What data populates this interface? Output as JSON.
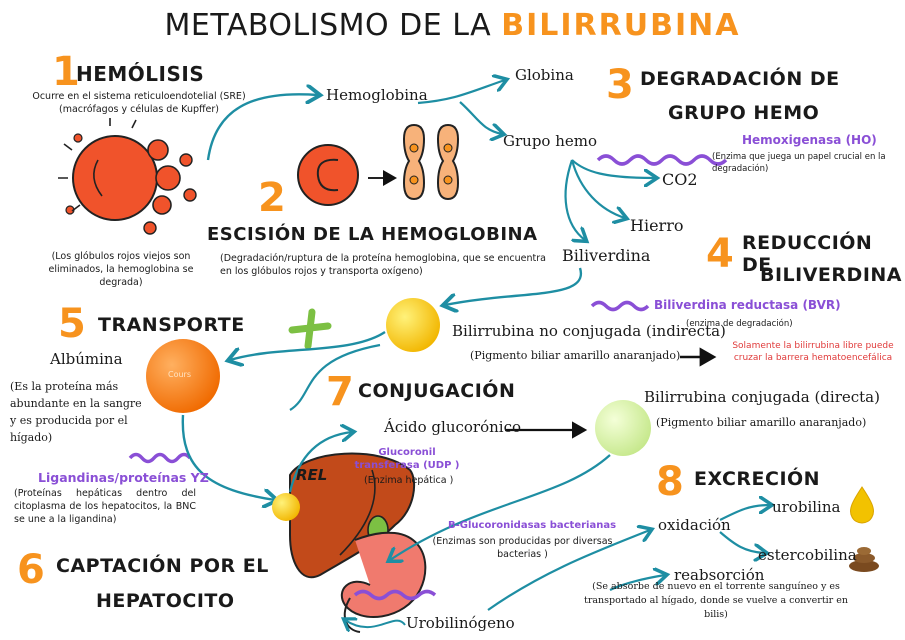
{
  "title": {
    "prefix": "METABOLISMO DE LA",
    "highlight": "BILIRRUBINA"
  },
  "colors": {
    "accent": "#f7931e",
    "arrow": "#1e8ea3",
    "enzyme": "#8a4fd6",
    "warning": "#e03b3b"
  },
  "steps": {
    "s1": {
      "num": "1",
      "title": "HEMÓLISIS",
      "note": "Ocurre en el sistema reticuloendotelial (SRE) (macrófagos y células de Kupffer)",
      "desc": "(Los glóbulos rojos viejos son eliminados, la hemoglobina se degrada)"
    },
    "s2": {
      "num": "2",
      "title": "ESCISIÓN DE LA HEMOGLOBINA",
      "desc": "(Degradación/ruptura de la proteína hemoglobina, que se encuentra en los glóbulos rojos y transporta oxígeno)"
    },
    "s3": {
      "num": "3",
      "title_line1": "DEGRADACIÓN DE",
      "title_line2": "GRUPO HEMO",
      "enzyme": "Hemoxigenasa (HO)",
      "enzyme_desc": "(Enzima que juega un papel crucial en la degradación)"
    },
    "s4": {
      "num": "4",
      "title_line1": "REDUCCIÓN DE",
      "title_line2": "BILIVERDINA",
      "enzyme": "Biliverdina reductasa (BVR)",
      "enzyme_desc": "(enzima de degradación)"
    },
    "s5": {
      "num": "5",
      "title": "TRANSPORTE",
      "albumina": "Albúmina",
      "albumina_desc": "(Es la proteína más abundante en la sangre y es producida por el hígado)",
      "ball_label": "Cours",
      "ligandinas": "Ligandinas/proteínas YZ",
      "ligandinas_desc": "(Proteínas hepáticas dentro del citoplasma de los hepatocitos, la BNC se une a la ligandina)"
    },
    "s6": {
      "num": "6",
      "title_line1": "CAPTACIÓN POR EL",
      "title_line2": "HEPATOCITO"
    },
    "s7": {
      "num": "7",
      "title": "CONJUGACIÓN",
      "acido": "Ácido glucorónico",
      "enzyme": "Glucoronil transferasa (UDP )",
      "enzyme_desc": "(Enzima hepática )",
      "rel": "REL"
    },
    "s8": {
      "num": "8",
      "title": "EXCRECIÓN",
      "oxidacion": "oxidación",
      "urobilina": "urobilina",
      "estercobilina": "estercobilina",
      "reabsorcion": "reabsorción",
      "reabsorcion_desc": "(Se absorbe de nuevo en el torrente sanguíneo y es transportado al hígado, donde se vuelve a convertir en bilis)"
    }
  },
  "molecules": {
    "hemoglobina": "Hemoglobina",
    "globina": "Globina",
    "grupo_hemo": "Grupo hemo",
    "co2": "CO2",
    "hierro": "Hierro",
    "biliverdina": "Biliverdina",
    "bnc": "Bilirrubina no conjugada (indirecta)",
    "bnc_desc": "(Pigmento biliar amarillo anaranjado)",
    "bnc_note": "Solamente la bilirrubina libre puede cruzar la barrera hematoencefálica",
    "bc": "Bilirrubina conjugada (directa)",
    "bc_desc": "(Pigmento biliar amarillo anaranjado)",
    "urobilinogeno": "Urobilinógeno",
    "bglu_enzyme": "B-Glucoronidasas bacterianas",
    "bglu_desc": "(Enzimas son producidas por diversas bacterias )"
  }
}
